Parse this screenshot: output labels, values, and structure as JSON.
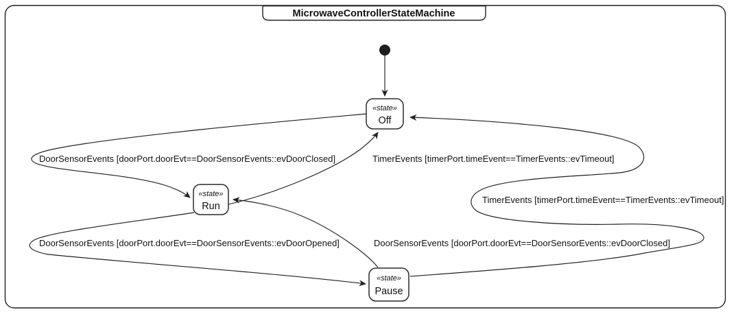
{
  "frame": {
    "title": "MicrowaveControllerStateMachine",
    "type": "state-machine-frame"
  },
  "initial_state": {
    "name": "initial-pseudostate"
  },
  "states": {
    "off": {
      "stereotype": "«state»",
      "name": "Off"
    },
    "run": {
      "stereotype": "«state»",
      "name": "Run"
    },
    "pause": {
      "stereotype": "«state»",
      "name": "Pause"
    }
  },
  "transitions": {
    "initial_to_off": {
      "from": "initial",
      "to": "Off",
      "label": ""
    },
    "off_to_run": {
      "from": "Off",
      "to": "Run",
      "label": "DoorSensorEvents [doorPort.doorEvt==DoorSensorEvents::evDoorClosed]"
    },
    "run_to_off": {
      "from": "Run",
      "to": "Off",
      "label": "TimerEvents [timerPort.timeEvent==TimerEvents::evTimeout]"
    },
    "run_to_pause": {
      "from": "Run",
      "to": "Pause",
      "label": "DoorSensorEvents [doorPort.doorEvt==DoorSensorEvents::evDoorOpened]"
    },
    "pause_to_run": {
      "from": "Pause",
      "to": "Run",
      "label": "DoorSensorEvents [doorPort.doorEvt==DoorSensorEvents::evDoorClosed]"
    },
    "pause_to_off": {
      "from": "Pause",
      "to": "Off",
      "label": "TimerEvents [timerPort.timeEvent==TimerEvents::evTimeout]"
    }
  },
  "colors": {
    "stroke": "#1f1f1f",
    "background": "#ffffff",
    "state_fill": "#fefefe",
    "text": "#111111"
  }
}
